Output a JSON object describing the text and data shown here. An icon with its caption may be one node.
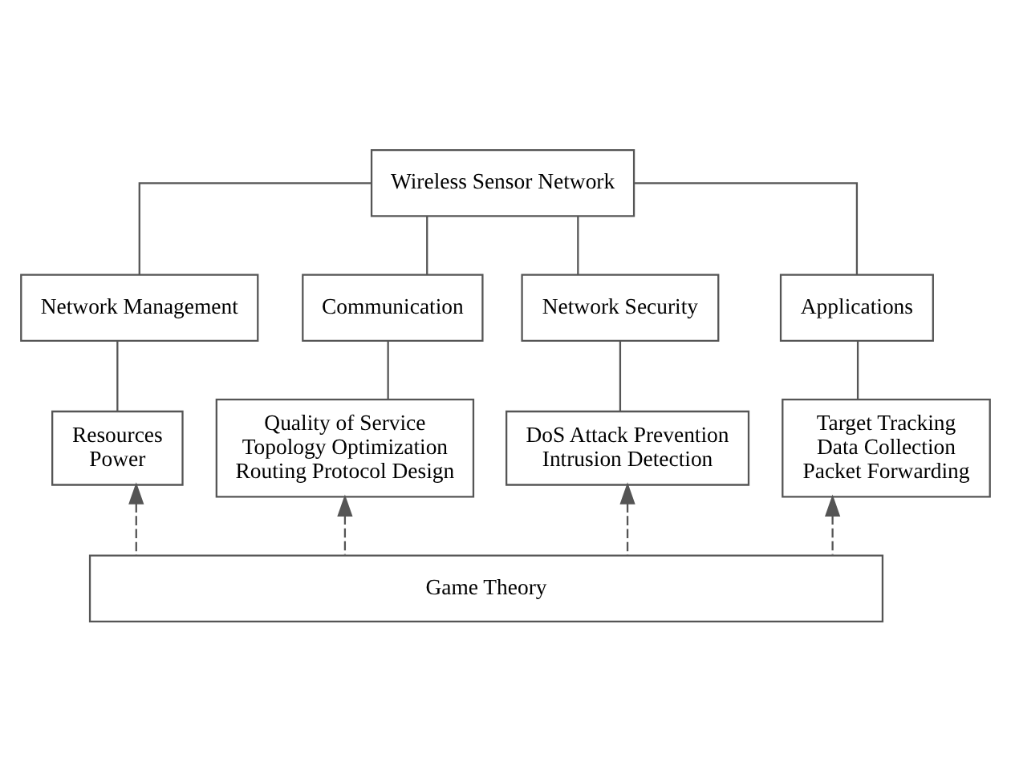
{
  "diagram": {
    "nodes": [
      {
        "text": [
          "Wireless Sensor Network"
        ]
      },
      {
        "text": [
          "Network Management"
        ]
      },
      {
        "text": [
          "Communication"
        ]
      },
      {
        "text": [
          "Network Security"
        ]
      },
      {
        "text": [
          "Applications"
        ]
      },
      {
        "text": [
          "Resources",
          "Power"
        ]
      },
      {
        "text": [
          "Quality of Service",
          "Topology Optimization",
          "Routing Protocol Design"
        ]
      },
      {
        "text": [
          "DoS Attack Prevention",
          "Intrusion Detection"
        ]
      },
      {
        "text": [
          "Target Tracking",
          "Data Collection",
          "Packet Forwarding"
        ]
      },
      {
        "text": [
          "Game Theory"
        ]
      }
    ],
    "edges": [
      {
        "from": 0,
        "to": 1,
        "arrow": "none"
      },
      {
        "from": 0,
        "to": 2,
        "arrow": "none"
      },
      {
        "from": 0,
        "to": 3,
        "arrow": "none"
      },
      {
        "from": 0,
        "to": 4,
        "arrow": "none"
      },
      {
        "from": 1,
        "to": 5,
        "arrow": "none"
      },
      {
        "from": 2,
        "to": 6,
        "arrow": "none"
      },
      {
        "from": 3,
        "to": 7,
        "arrow": "none"
      },
      {
        "from": 4,
        "to": 8,
        "arrow": "none"
      },
      {
        "from": 9,
        "to": 5,
        "arrow": "to",
        "style": "dashed"
      },
      {
        "from": 9,
        "to": 6,
        "arrow": "to",
        "style": "dashed"
      },
      {
        "from": 9,
        "to": 7,
        "arrow": "to",
        "style": "dashed"
      },
      {
        "from": 9,
        "to": 8,
        "arrow": "to",
        "style": "dashed"
      }
    ]
  }
}
